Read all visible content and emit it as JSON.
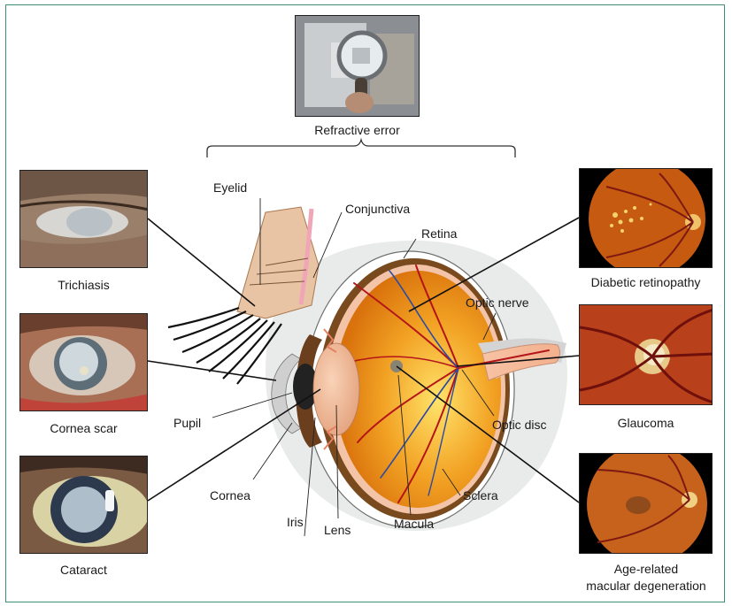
{
  "photos": {
    "refractive_error": "Refractive error",
    "trichiasis": "Trichiasis",
    "cornea_scar": "Cornea scar",
    "cataract": "Cataract",
    "diabetic_retinopathy": "Diabetic retinopathy",
    "glaucoma": "Glaucoma",
    "amd_line1": "Age-related",
    "amd_line2": "macular degeneration"
  },
  "anatomy": {
    "eyelid": "Eyelid",
    "conjunctiva": "Conjunctiva",
    "retina": "Retina",
    "optic_nerve": "Optic nerve",
    "optic_disc": "Optic disc",
    "sclera": "Sclera",
    "macula": "Macula",
    "lens": "Lens",
    "iris": "Iris",
    "cornea": "Cornea",
    "pupil": "Pupil"
  },
  "colors": {
    "frame": "#3f8f76",
    "fundus": "#c0500e",
    "vessel": "#8a1410",
    "eye_interior": "#e8890f"
  }
}
